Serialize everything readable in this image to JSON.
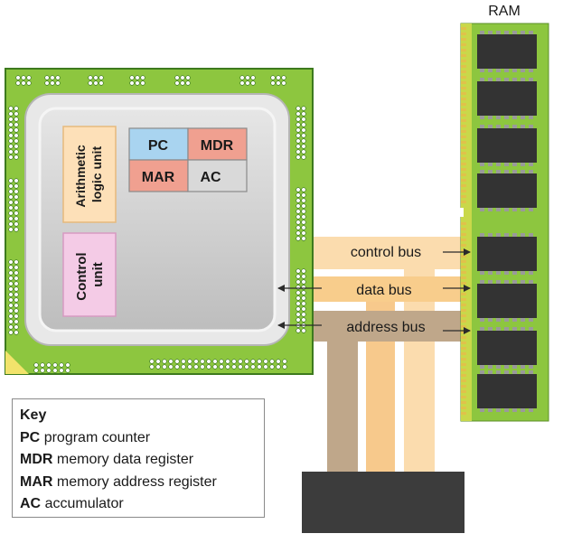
{
  "ram_label": "RAM",
  "registers": {
    "pc": "PC",
    "mdr": "MDR",
    "mar": "MAR",
    "ac": "AC"
  },
  "units": {
    "alu": [
      "Arithmetic",
      "logic unit"
    ],
    "control": [
      "Control",
      "unit"
    ]
  },
  "buses": {
    "control": "control bus",
    "data": "data bus",
    "address": "address bus"
  },
  "key": {
    "title": "Key",
    "items": [
      {
        "abbr": "PC",
        "desc": "program counter"
      },
      {
        "abbr": "MDR",
        "desc": "memory data register"
      },
      {
        "abbr": "MAR",
        "desc": "memory address register"
      },
      {
        "abbr": "AC",
        "desc": "accumulator"
      }
    ]
  },
  "colors": {
    "pcb_green": "#8dc63f",
    "pcb_dark": "#2e6b1f",
    "cpu_grey": "#cfcfcf",
    "pc_blue": "#a9d4f0",
    "mdr_red": "#f0a090",
    "ac_grey": "#d9d9d9",
    "alu_fill": "#fde0b8",
    "control_fill": "#f4cbe6",
    "control_bus": "#fbd9a8",
    "data_bus": "#f8cd8c",
    "address_bus": "#bfa78a",
    "device": "#3c3c3c",
    "ram_chip": "#333333"
  }
}
